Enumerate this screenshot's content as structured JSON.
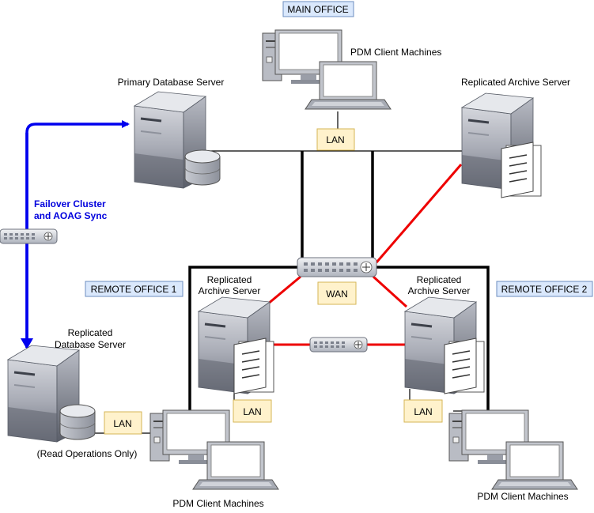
{
  "offices": {
    "main": "MAIN OFFICE",
    "remote1": "REMOTE OFFICE 1",
    "remote2": "REMOTE OFFICE 2"
  },
  "network_tags": {
    "lan_main": "LAN",
    "wan": "WAN",
    "lan_remote1_server": "LAN",
    "lan_remote1_archive": "LAN",
    "lan_remote2_archive": "LAN"
  },
  "nodes": {
    "main_clients": "PDM Client Machines",
    "primary_db": "Primary Database Server",
    "replicated_archive_main": "Replicated Archive Server",
    "replicated_archive_r1": [
      "Replicated",
      "Archive Server"
    ],
    "replicated_archive_r2": [
      "Replicated",
      "Archive Server"
    ],
    "replicated_db": [
      "Replicated",
      "Database Server"
    ],
    "replicated_db_note": "(Read Operations Only)",
    "r1_clients": "PDM Client Machines",
    "r2_clients": "PDM Client Machines"
  },
  "failover": [
    "Failover Cluster",
    "and AOAG Sync"
  ],
  "colors": {
    "failover_link": "#0000ee",
    "replication_link": "#ee0000",
    "lan_link": "#000000",
    "office_tag_fill": "#dae8fc",
    "office_tag_stroke": "#6c8ebf",
    "net_tag_fill": "#fff2cc",
    "net_tag_stroke": "#d6b656"
  }
}
